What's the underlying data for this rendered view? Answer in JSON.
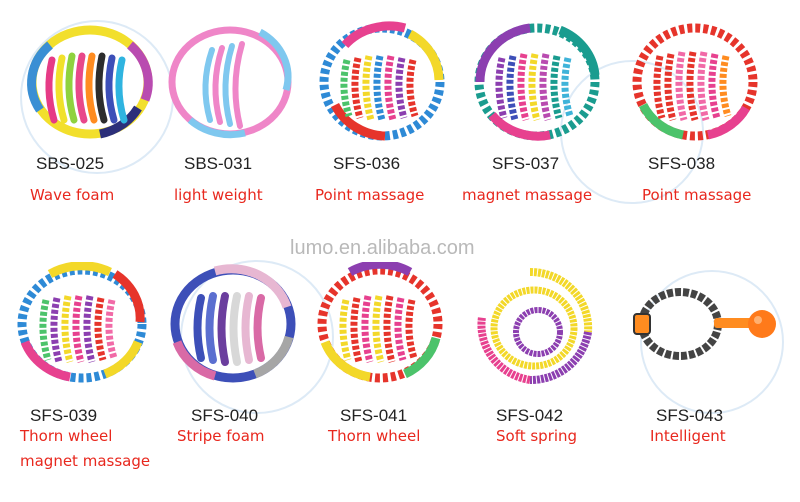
{
  "watermark": "lumo.en.alibaba.com",
  "colors": {
    "label_red": "#e8281e",
    "code_text": "#222222"
  },
  "products": [
    {
      "code": "SBS-025",
      "desc": [
        "Wave foam"
      ]
    },
    {
      "code": "SBS-031",
      "desc": [
        "light weight"
      ]
    },
    {
      "code": "SFS-036",
      "desc": [
        "Point massage"
      ]
    },
    {
      "code": "SFS-037",
      "desc": [
        "magnet massage"
      ]
    },
    {
      "code": "SFS-038",
      "desc": [
        "Point massage"
      ]
    },
    {
      "code": "SFS-039",
      "desc": [
        "Thorn wheel",
        "magnet massage"
      ]
    },
    {
      "code": "SFS-040",
      "desc": [
        "Stripe foam"
      ]
    },
    {
      "code": "SFS-041",
      "desc": [
        "Thorn wheel"
      ]
    },
    {
      "code": "SFS-042",
      "desc": [
        "Soft spring"
      ]
    },
    {
      "code": "SFS-043",
      "desc": [
        "Intelligent"
      ]
    }
  ]
}
